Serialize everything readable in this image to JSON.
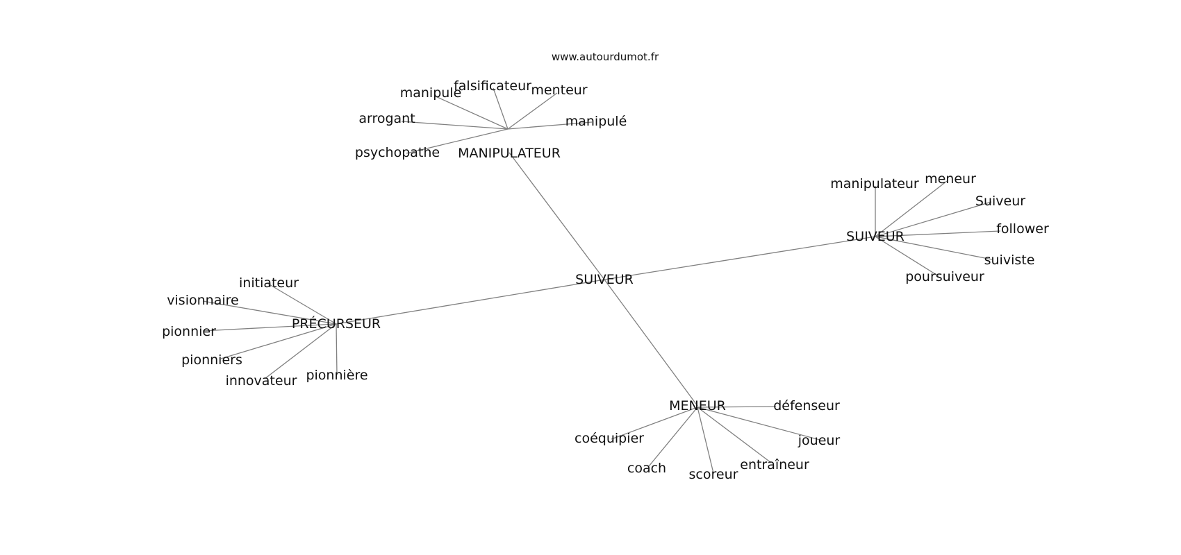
{
  "watermark": "www.autourdumot.fr",
  "graph": {
    "center": "SUIVEUR",
    "hubs": [
      {
        "id": "manipulateur-hub",
        "label": "MANIPULATEUR",
        "children": [
          "falsificateur",
          "menteur",
          "manipule",
          "manipulé",
          "arrogant",
          "psychopathe"
        ]
      },
      {
        "id": "suiveur-hub",
        "label": "SUIVEUR",
        "children": [
          "manipulateur",
          "meneur",
          "Suiveur",
          "follower",
          "suiviste",
          "poursuiveur"
        ]
      },
      {
        "id": "precurseur-hub",
        "label": "PRÉCURSEUR",
        "children": [
          "initiateur",
          "visionnaire",
          "pionnier",
          "pionniers",
          "innovateur",
          "pionnière"
        ]
      },
      {
        "id": "meneur-hub",
        "label": "MENEUR",
        "children": [
          "défenseur",
          "coéquipier",
          "joueur",
          "coach",
          "scoreur",
          "entraîneur"
        ]
      }
    ]
  }
}
